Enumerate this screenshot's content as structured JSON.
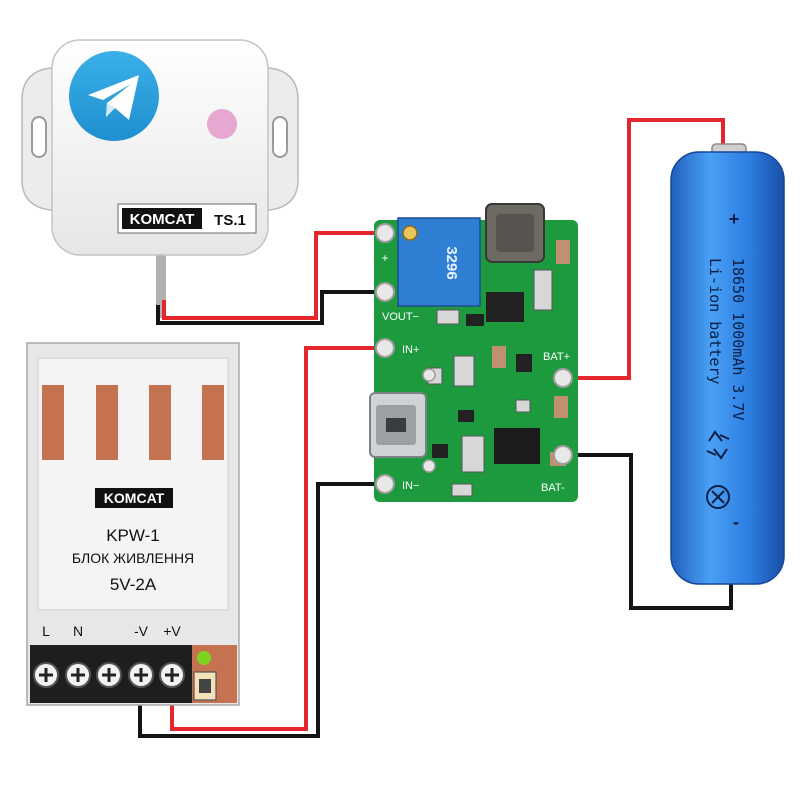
{
  "ts1_device": {
    "brand": "KOMCAT",
    "model": "TS.1",
    "logo_icon": "telegram-paper-plane-icon",
    "indicator_color": "#e6a8d0"
  },
  "psu": {
    "brand": "KOMCAT",
    "model": "KPW-1",
    "subtitle": "БЛОК ЖИВЛЕННЯ",
    "rating": "5V-2A",
    "terminals": [
      "L",
      "N",
      "-V",
      "+V"
    ],
    "led_color": "#7ed321"
  },
  "board": {
    "pins": {
      "vout_plus": "+",
      "vout_minus": "VOUT−",
      "in_plus": "IN+",
      "in_minus": "IN−",
      "bat_plus": "BAT+",
      "bat_minus": "BAT-"
    },
    "trimmer_label": "3296",
    "connector_icon": "micro-usb-icon"
  },
  "battery": {
    "plus": "+",
    "minus": "-",
    "text_line1": "18650 1000mAh 3.7V",
    "text_line2": "Li-ion battery",
    "color": "#2b7de0"
  },
  "colors": {
    "wire_red": "#e3262b",
    "wire_black": "#141414",
    "pcb_green": "#1d9a3e"
  }
}
